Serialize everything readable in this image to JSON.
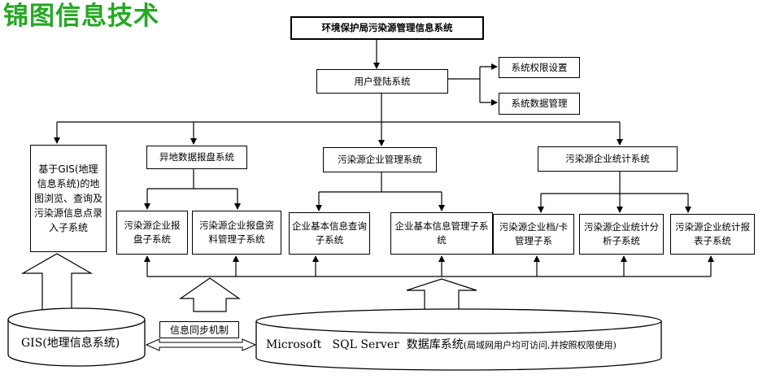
{
  "watermark": {
    "text": "锦图信息技术",
    "color": "#22aa22"
  },
  "top": {
    "title": "环境保护局污染源管理信息系统"
  },
  "login": {
    "label": "用户登陆系统"
  },
  "admin": {
    "permission": "系统权限设置",
    "data_mgmt": "系统数据管理"
  },
  "gis_subsystem": {
    "label": "基于GIS(地理信息系统)的地图浏览、查询及污染源信息点录入子系统"
  },
  "remote_report": {
    "label": "异地数据报盘系统",
    "children": [
      "污染源企业报盘子系统",
      "污染源企业报盘资料管理子系统"
    ]
  },
  "enterprise_mgmt": {
    "label": "污染源企业管理系统",
    "children": [
      "企业基本信息查询子系统",
      "企业基本信息管理子系统"
    ]
  },
  "stats": {
    "label": "污染源企业统计系统",
    "children": [
      "污染源企业档/卡管理子系",
      "污染源企业统计分析子系统",
      "污染源企业统计报表子系统"
    ]
  },
  "databases": {
    "gis": "GIS(地理信息系统)",
    "sql_main": "Microsoft   SQL Server  数据库系统",
    "sql_note": "(局域网用户均可访问,并按照权限使用)"
  },
  "sync": {
    "label": "信息同步机制"
  }
}
